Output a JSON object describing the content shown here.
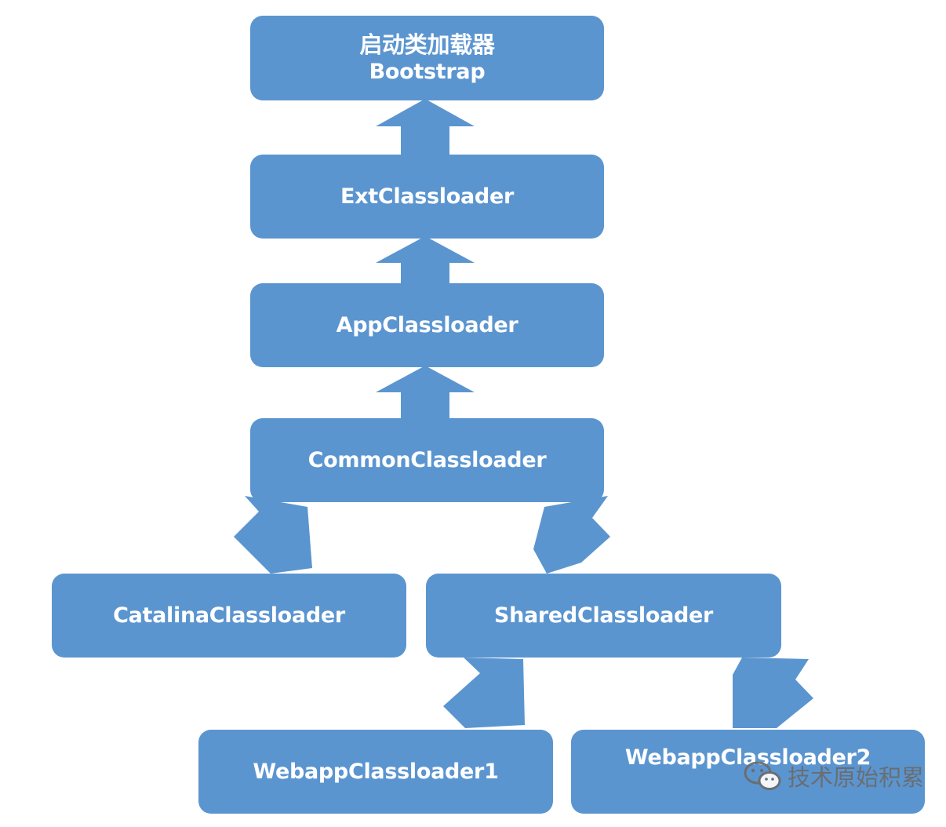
{
  "colors": {
    "node_fill": "#5b95d0",
    "arrow_fill": "#5b95d0",
    "text": "#ffffff",
    "watermark": "#6b6b6b"
  },
  "nodes": {
    "bootstrap": {
      "line1": "启动类加载器",
      "line2": "Bootstrap"
    },
    "ext": {
      "label": "ExtClassloader"
    },
    "app": {
      "label": "AppClassloader"
    },
    "common": {
      "label": "CommonClassloader"
    },
    "catalina": {
      "label": "CatalinaClassloader"
    },
    "shared": {
      "label": "SharedClassloader"
    },
    "webapp1": {
      "label": "WebappClassloader1"
    },
    "webapp2": {
      "label": "WebappClassloader2"
    }
  },
  "edges": [
    {
      "from": "ext",
      "to": "bootstrap"
    },
    {
      "from": "app",
      "to": "ext"
    },
    {
      "from": "common",
      "to": "app"
    },
    {
      "from": "catalina",
      "to": "common"
    },
    {
      "from": "shared",
      "to": "common"
    },
    {
      "from": "webapp1",
      "to": "shared"
    },
    {
      "from": "webapp2",
      "to": "shared"
    }
  ],
  "watermark": {
    "icon": "wechat-icon",
    "text": "技术原始积累"
  }
}
